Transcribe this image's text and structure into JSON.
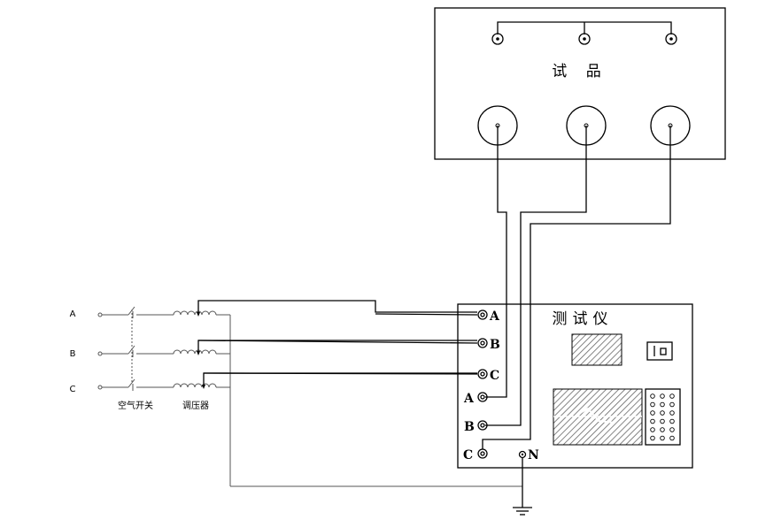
{
  "specimen": {
    "title": "试 品"
  },
  "instrument": {
    "title": "测试仪",
    "current_terminals": [
      "A",
      "B",
      "C"
    ],
    "voltage_terminals": [
      "A",
      "B",
      "C"
    ],
    "neutral_terminal": "N"
  },
  "supply": {
    "phases": [
      "A",
      "B",
      "C"
    ],
    "breaker_label": "空气开关",
    "regulator_label": "调压器"
  },
  "colors": {
    "line": "#000000",
    "hatch": "#666666",
    "background": "#ffffff"
  }
}
